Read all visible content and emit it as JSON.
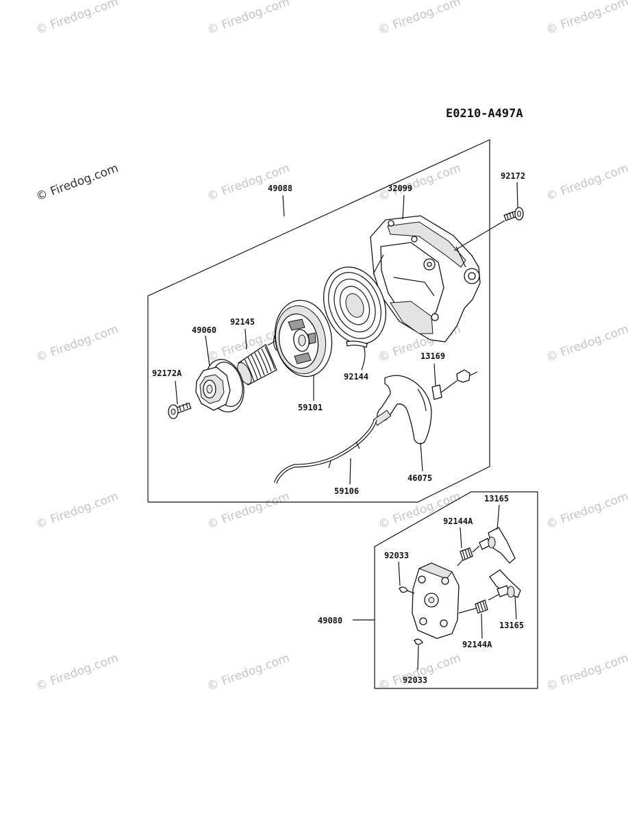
{
  "diagram_code": "E0210-A497A",
  "watermark": "© Firedog.com",
  "parts": {
    "p49088": "49088",
    "p32099": "32099",
    "p92172": "92172",
    "p49060": "49060",
    "p92145": "92145",
    "p92172A": "92172A",
    "p59101": "59101",
    "p92144": "92144",
    "p13169": "13169",
    "p46075": "46075",
    "p59106": "59106",
    "p13165_top": "13165",
    "p92144A_top": "92144A",
    "p92033_top": "92033",
    "p49080": "49080",
    "p13165_bottom": "13165",
    "p92144A_bottom": "92144A",
    "p92033_bottom": "92033"
  }
}
